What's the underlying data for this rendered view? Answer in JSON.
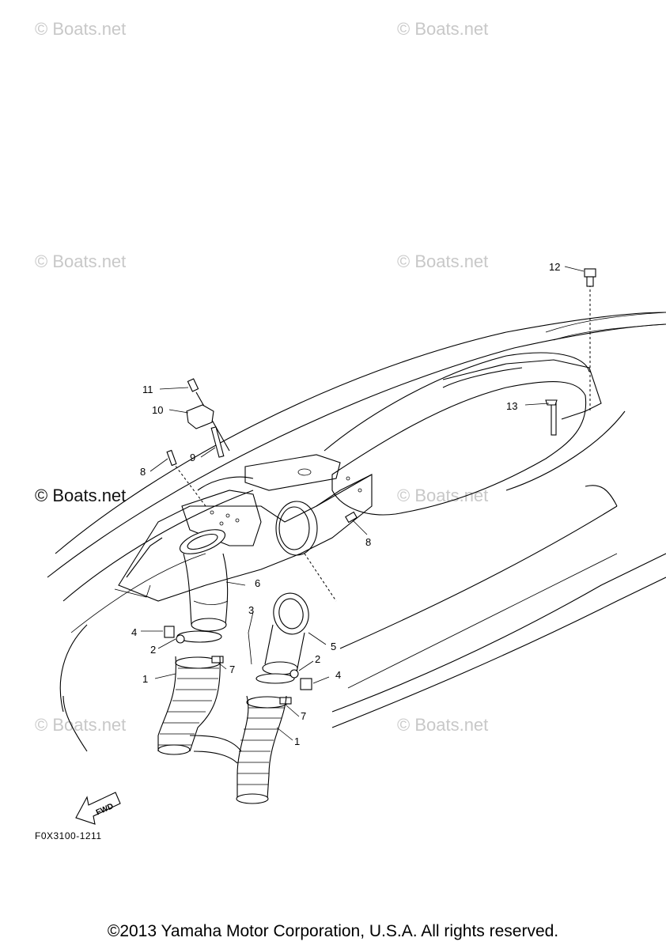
{
  "watermarks": {
    "top_left": "© Boats.net",
    "top_right": "© Boats.net",
    "mid_left": "© Boats.net",
    "mid_right": "© Boats.net",
    "center_strong": "© Boats.net",
    "center_faint": "© Boats.net",
    "bottom_left": "© Boats.net",
    "bottom_right": "© Boats.net"
  },
  "callouts": {
    "c1a": "1",
    "c1b": "1",
    "c2a": "2",
    "c2b": "2",
    "c3": "3",
    "c4a": "4",
    "c4b": "4",
    "c5": "5",
    "c6": "6",
    "c7a": "7",
    "c7b": "7",
    "c8a": "8",
    "c8b": "8",
    "c9": "9",
    "c10": "10",
    "c11": "11",
    "c12": "12",
    "c13": "13"
  },
  "fwd_label": "FWD",
  "diagram_code": "F0X3100-1211",
  "copyright": "©2013 Yamaha Motor Corporation, U.S.A. All rights reserved."
}
